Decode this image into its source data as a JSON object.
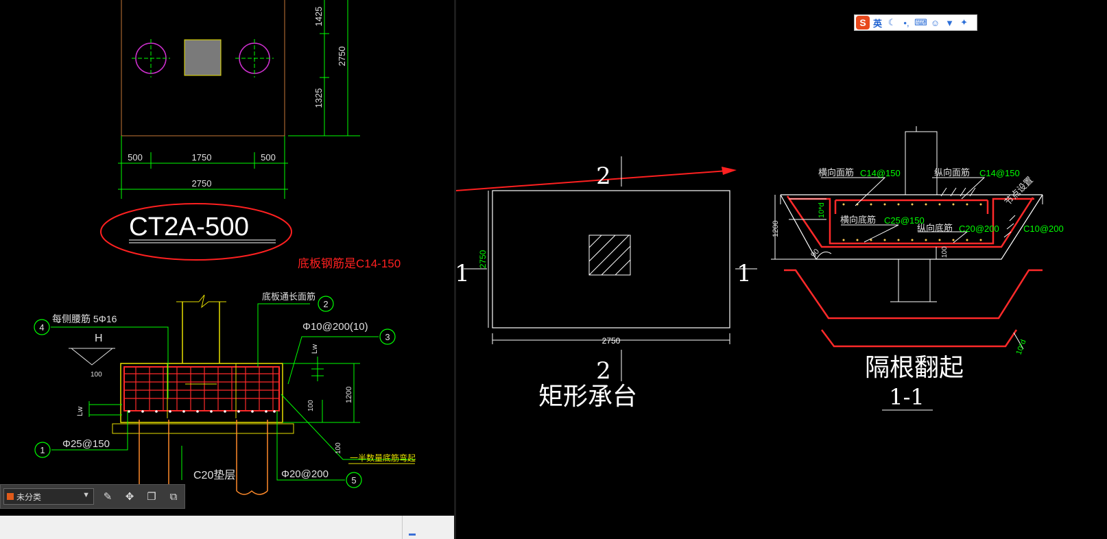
{
  "left_drawing": {
    "plan_dims": {
      "top": "1425",
      "height": "2750",
      "bottom": "1325",
      "w1": "500",
      "w2": "1750",
      "w3": "500",
      "total": "2750"
    },
    "label": "CT2A-500",
    "note": "底板钢筋是C14-150",
    "section": {
      "callout_2": "底板通长面筋",
      "callout_4": "每侧腰筋 5Φ16",
      "callout_3": "Φ10@200(10)",
      "callout_1": "Φ25@150",
      "callout_5": "Φ20@200",
      "half_bars": "一半数量底筋弯起",
      "pad": "C20垫层",
      "elev": "H",
      "d100a": "100",
      "d100b": "100",
      "d100c": "100",
      "d1200": "1200",
      "lw_top": "Lw",
      "lw_left": "Lw",
      "n1": "1",
      "n2": "2",
      "n3": "3",
      "n4": "4",
      "n5": "5"
    }
  },
  "right_drawing": {
    "cut_top": "2",
    "cut_bottom": "2",
    "cut_left": "1",
    "cut_right": "1",
    "height_dim": "2750",
    "width_dim": "2750",
    "title": "矩形承台",
    "section": {
      "top_trans_label": "横向面筋",
      "top_trans_value": "C14@150",
      "top_long_label": "纵向面筋",
      "top_long_value": "C14@150",
      "node": "节点设置",
      "bot_trans_label": "横向底筋",
      "bot_trans_value": "C25@150",
      "bot_long_label": "纵向底筋",
      "bot_long_value": "C20@200",
      "side_value": "C10@200",
      "d10d_a": "10*d",
      "d10d_b": "10*d",
      "d1200": "1200",
      "d100": "100",
      "angle": "90",
      "caption": "隔根翻起",
      "section_id": "1-1"
    }
  },
  "layer_toolbar": {
    "layer_name": "未分类"
  },
  "ime": {
    "lang": "英"
  },
  "colors": {
    "annotation_red": "#ff2020",
    "dim_green": "#00ff00",
    "rebar_red": "#ff2a2a",
    "ime_blue": "#2d6fd8"
  }
}
